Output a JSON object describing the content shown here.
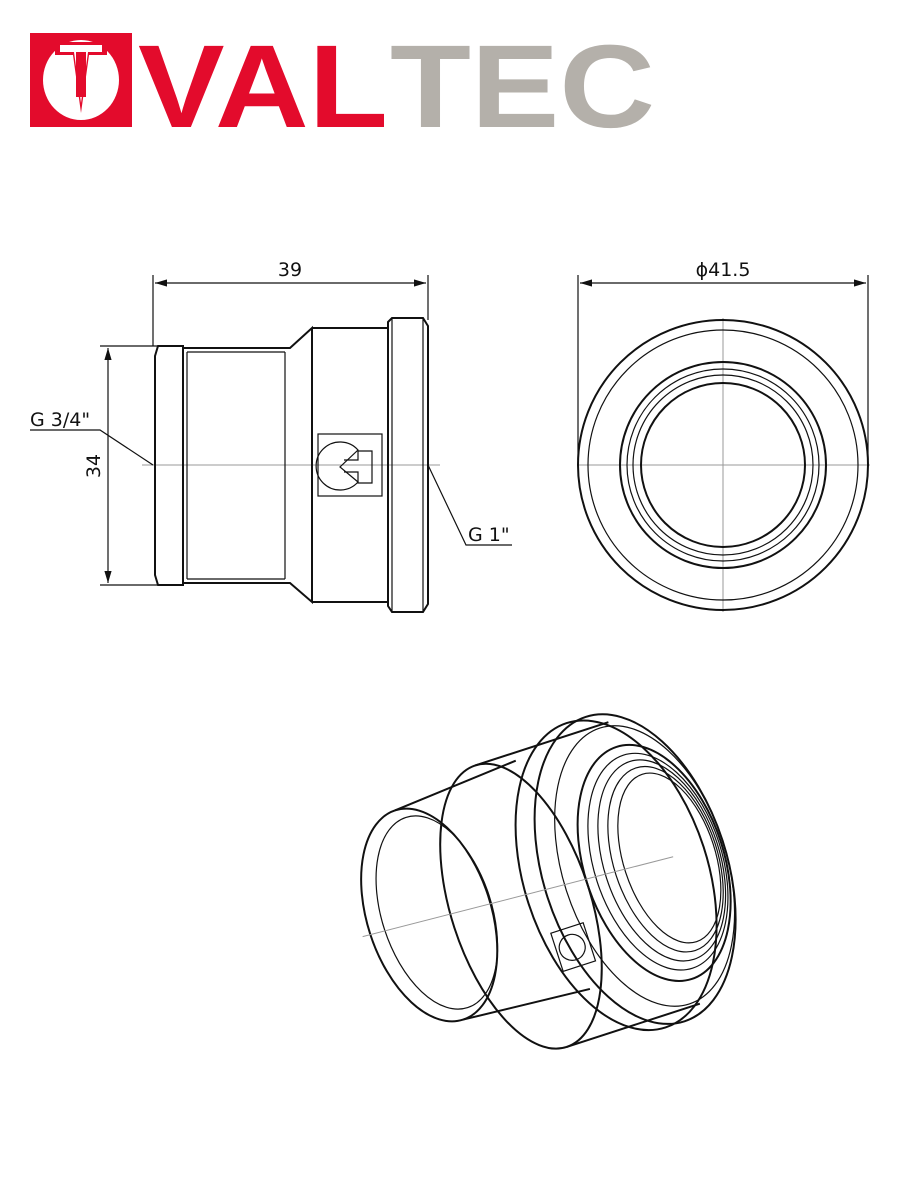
{
  "logo": {
    "brand_red": "VAL",
    "brand_grey": "TEC",
    "full": "VALTEC",
    "red": "#e30b2c",
    "grey": "#b4b0aa"
  },
  "side_view": {
    "length_dim": "39",
    "height_dim": "34",
    "thread_left": "G 3/4\"",
    "thread_right": "G 1\""
  },
  "front_view": {
    "diameter_dim": "ϕ41.5"
  }
}
